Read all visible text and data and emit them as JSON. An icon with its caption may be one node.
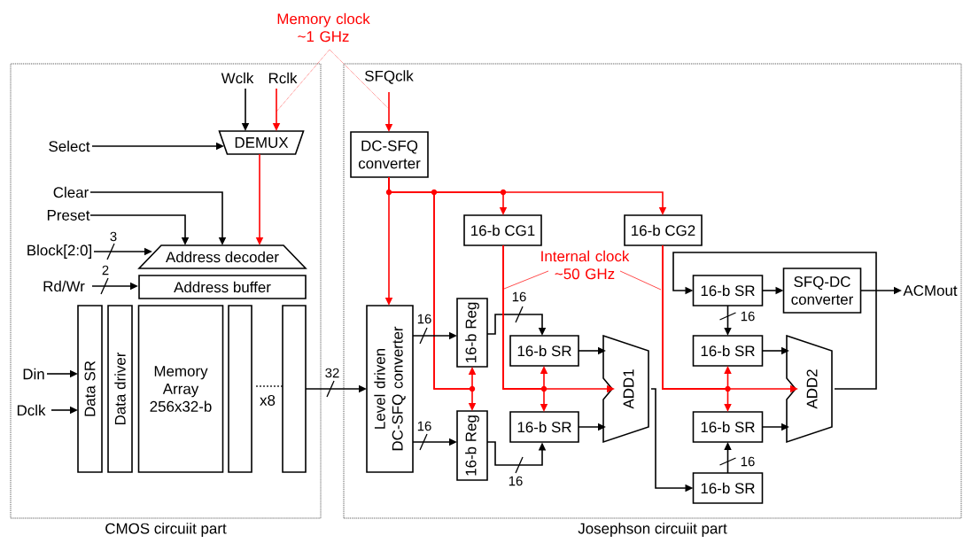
{
  "diagram": {
    "nodes": [
      {
        "text": [
          "CMOS circuiit part"
        ]
      },
      {
        "text": [
          "Josephson circuiit part"
        ]
      },
      {
        "text": [
          "Wclk"
        ],
        "in": 0
      },
      {
        "text": [
          "Rclk"
        ],
        "in": 0
      },
      {
        "text": [
          "Select"
        ],
        "in": 0
      },
      {
        "text": [
          "DEMUX"
        ],
        "in": 0
      },
      {
        "text": [
          "Clear"
        ],
        "in": 0
      },
      {
        "text": [
          "Preset"
        ],
        "in": 0
      },
      {
        "text": [
          "Block[2:0]"
        ],
        "in": 0
      },
      {
        "text": [
          "Rd/Wr"
        ],
        "in": 0
      },
      {
        "text": [
          "Address decoder"
        ],
        "in": 0
      },
      {
        "text": [
          "Address buffer"
        ],
        "in": 0
      },
      {
        "text": [
          "Din"
        ],
        "in": 0
      },
      {
        "text": [
          "Dclk"
        ],
        "in": 0
      },
      {
        "text": [
          "Data SR"
        ],
        "in": 0
      },
      {
        "text": [
          "Data driver"
        ],
        "in": 0
      },
      {
        "text": [
          "Memory Array 256x32-b"
        ],
        "in": 0
      },
      {
        "text": [],
        "shape": "box",
        "in": 0
      },
      {
        "text": [],
        "shape": "box",
        "in": 0
      },
      {
        "text": [
          "SFQclk"
        ],
        "in": 1
      },
      {
        "text": [
          "DC-SFQ converter"
        ],
        "in": 1
      },
      {
        "text": [
          "16-b CG1"
        ],
        "in": 1
      },
      {
        "text": [
          "16-b CG2"
        ],
        "in": 1
      },
      {
        "text": [
          "Level driven DC-SFQ converter"
        ],
        "in": 1
      },
      {
        "text": [
          "16-b Reg"
        ],
        "in": 1
      },
      {
        "text": [
          "16-b Reg"
        ],
        "in": 1
      },
      {
        "text": [
          "16-b SR"
        ],
        "in": 1
      },
      {
        "text": [
          "16-b SR"
        ],
        "in": 1
      },
      {
        "text": [
          "ADD1"
        ],
        "in": 1
      },
      {
        "text": [
          "16-b SR"
        ],
        "in": 1
      },
      {
        "text": [
          "SFQ-DC converter"
        ],
        "in": 1
      },
      {
        "text": [
          "ACMout"
        ],
        "in": 1
      },
      {
        "text": [
          "16-b SR"
        ],
        "in": 1
      },
      {
        "text": [
          "16-b SR"
        ],
        "in": 1
      },
      {
        "text": [
          "ADD2"
        ],
        "in": 1
      },
      {
        "text": [
          "16-b SR"
        ],
        "in": 1
      },
      {
        "text": [
          "Memory clock ~1 GHz"
        ]
      },
      {
        "text": [
          "Internal clock ~50 GHz"
        ],
        "in": 1
      }
    ],
    "edges": [
      {
        "from": 2,
        "to": 5,
        "arrow": "to"
      },
      {
        "from": 3,
        "to": 5,
        "arrow": "to",
        "color": "#ff0000"
      },
      {
        "from": 4,
        "to": 5,
        "arrow": "to"
      },
      {
        "from": 5,
        "to": 10,
        "arrow": "to",
        "color": "#ff0000"
      },
      {
        "from": 6,
        "to": 10,
        "arrow": "to"
      },
      {
        "from": 7,
        "to": 10,
        "arrow": "to"
      },
      {
        "from": 8,
        "to": 10,
        "arrow": "to",
        "label": "3"
      },
      {
        "from": 9,
        "to": 11,
        "arrow": "to",
        "label": "2"
      },
      {
        "from": 12,
        "to": 14,
        "arrow": "to"
      },
      {
        "from": 13,
        "to": 14,
        "arrow": "to"
      },
      {
        "from": 18,
        "to": 23,
        "arrow": "to",
        "label": "32"
      },
      {
        "from": 19,
        "to": 20,
        "arrow": "to",
        "color": "#ff0000"
      },
      {
        "from": 20,
        "to": 23,
        "arrow": "to",
        "color": "#ff0000"
      },
      {
        "from": 20,
        "to": 21,
        "arrow": "to",
        "color": "#ff0000"
      },
      {
        "from": 20,
        "to": 22,
        "arrow": "to",
        "color": "#ff0000"
      },
      {
        "from": 20,
        "to": 24,
        "arrow": "to",
        "color": "#ff0000"
      },
      {
        "from": 20,
        "to": 25,
        "arrow": "to",
        "color": "#ff0000"
      },
      {
        "from": 23,
        "to": 24,
        "arrow": "to",
        "label": "16"
      },
      {
        "from": 23,
        "to": 25,
        "arrow": "to",
        "label": "16"
      },
      {
        "from": 24,
        "to": 26,
        "arrow": "to",
        "label": "16"
      },
      {
        "from": 25,
        "to": 27,
        "arrow": "to",
        "label": "16"
      },
      {
        "from": 26,
        "to": 28,
        "arrow": "to"
      },
      {
        "from": 27,
        "to": 28,
        "arrow": "to"
      },
      {
        "from": 21,
        "to": 28,
        "arrow": "to",
        "color": "#ff0000"
      },
      {
        "from": 21,
        "to": 26,
        "arrow": "to",
        "color": "#ff0000"
      },
      {
        "from": 21,
        "to": 27,
        "arrow": "to",
        "color": "#ff0000"
      },
      {
        "from": 28,
        "to": 35,
        "arrow": "to"
      },
      {
        "from": 29,
        "to": 30,
        "arrow": "to"
      },
      {
        "from": 30,
        "to": 31,
        "arrow": "to"
      },
      {
        "from": 29,
        "to": 32,
        "arrow": "to",
        "label": "16"
      },
      {
        "from": 35,
        "to": 33,
        "arrow": "to",
        "label": "16"
      },
      {
        "from": 32,
        "to": 34,
        "arrow": "to"
      },
      {
        "from": 33,
        "to": 34,
        "arrow": "to"
      },
      {
        "from": 34,
        "to": 29,
        "arrow": "to"
      },
      {
        "from": 22,
        "to": 34,
        "arrow": "to",
        "color": "#ff0000"
      },
      {
        "from": 22,
        "to": 32,
        "arrow": "to",
        "color": "#ff0000"
      },
      {
        "from": 22,
        "to": 33,
        "arrow": "to",
        "color": "#ff0000"
      },
      {
        "from": 36,
        "to": null,
        "arrow": "none",
        "style": "dashed",
        "color": "#ff0000"
      },
      {
        "from": 36,
        "to": null,
        "arrow": "none",
        "style": "dashed",
        "color": "#ff0000"
      },
      {
        "from": 37,
        "to": null,
        "arrow": "none",
        "color": "#ff0000"
      },
      {
        "from": 37,
        "to": null,
        "arrow": "none",
        "color": "#ff0000"
      }
    ],
    "labels": [
      "x8"
    ]
  }
}
